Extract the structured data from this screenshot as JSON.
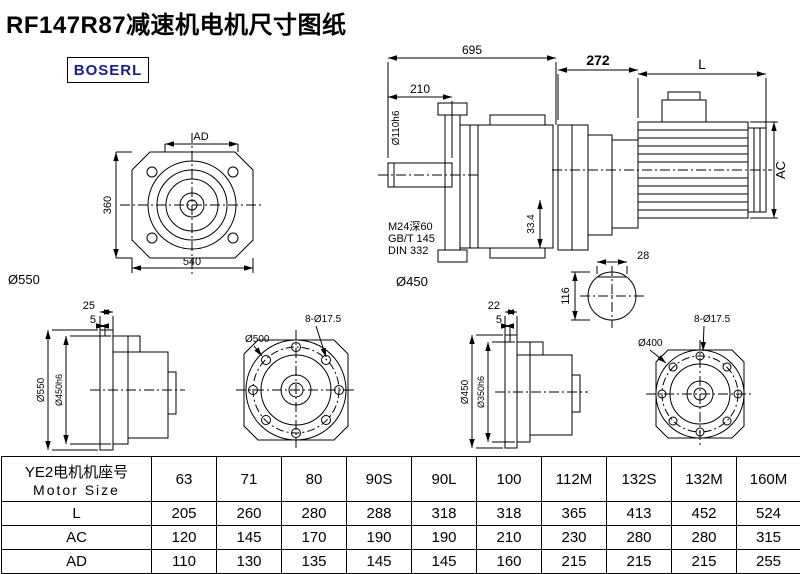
{
  "page": {
    "title": "RF147R87减速机电机尺寸图纸",
    "logo": "BOSERL"
  },
  "labels": {
    "v1_ad": "AD",
    "v1_360": "360",
    "v1_540": "540",
    "v1_d550": "Ø550",
    "v2_695": "695",
    "v2_210": "210",
    "v2_d110": "Ø110h6",
    "v2_m24": "M24深60",
    "v2_gbt": "GB/T 145",
    "v2_din": "DIN 332",
    "v2_334": "33.4",
    "v2_d450": "Ø450",
    "v3_272": "272",
    "v3_l": "L",
    "v3_ac": "AC",
    "v3_28": "28",
    "v3_116": "116",
    "v4_25": "25",
    "v4_5": "5",
    "v4_d550": "Ø550",
    "v4_d450h6": "Ø450h6",
    "v5_8d175": "8-Ø17.5",
    "v5_d500": "Ø500",
    "v6_22": "22",
    "v6_5": "5",
    "v6_d450": "Ø450",
    "v6_d350h6": "Ø350h6",
    "v7_8d175": "8-Ø17.5",
    "v7_d400": "Ø400"
  },
  "table": {
    "header_cn": "YE2电机机座号",
    "header_en": "Motor Size",
    "columns": [
      "63",
      "71",
      "80",
      "90S",
      "90L",
      "100",
      "112M",
      "132S",
      "132M",
      "160M"
    ],
    "rows": [
      {
        "label": "L",
        "values": [
          "205",
          "260",
          "280",
          "288",
          "318",
          "318",
          "365",
          "413",
          "452",
          "524"
        ]
      },
      {
        "label": "AC",
        "values": [
          "120",
          "145",
          "170",
          "190",
          "190",
          "210",
          "230",
          "280",
          "280",
          "315"
        ]
      },
      {
        "label": "AD",
        "values": [
          "110",
          "130",
          "135",
          "145",
          "145",
          "160",
          "215",
          "215",
          "215",
          "255"
        ]
      }
    ]
  }
}
